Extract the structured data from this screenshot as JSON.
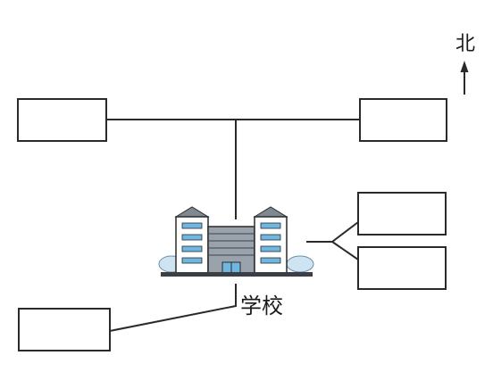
{
  "north_indicator": {
    "label": "北"
  },
  "school": {
    "label": "学校"
  },
  "answer_boxes": [
    {
      "id": "box-top-left",
      "text": ""
    },
    {
      "id": "box-top-right",
      "text": ""
    },
    {
      "id": "box-right-upper",
      "text": ""
    },
    {
      "id": "box-right-lower",
      "text": ""
    },
    {
      "id": "box-bottom-left",
      "text": ""
    }
  ],
  "colors": {
    "line": "#2a2a2a",
    "building_gray": "#9aa2ab",
    "window_blue": "#6fb6e0",
    "shrub_blue": "#cfe4f2"
  }
}
